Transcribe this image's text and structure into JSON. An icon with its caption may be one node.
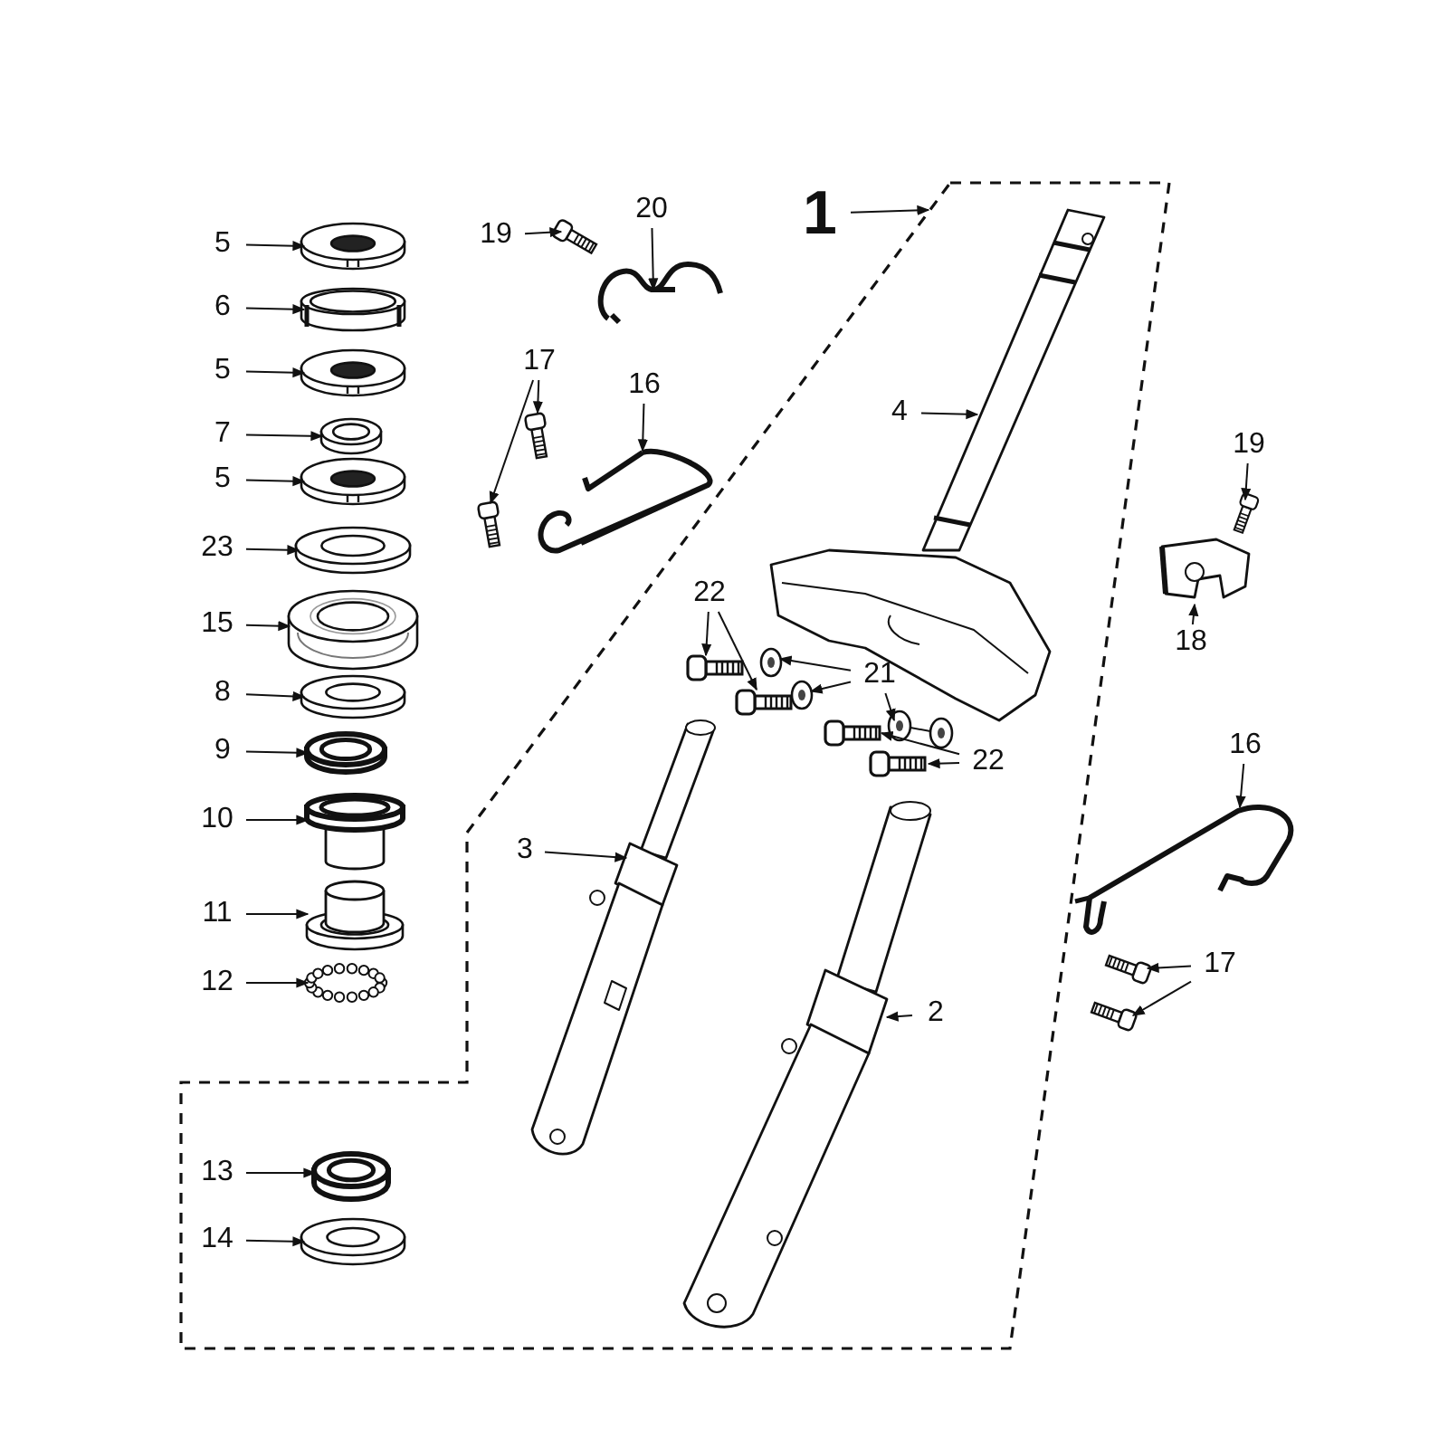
{
  "diagram": {
    "nodes": [
      {
        "text": [
          "1"
        ]
      },
      {
        "text": [],
        "shape": "box"
      },
      {
        "text": [
          "5"
        ]
      },
      {
        "text": [],
        "shape": "picture"
      },
      {
        "text": [
          "6"
        ]
      },
      {
        "text": [],
        "shape": "picture"
      },
      {
        "text": [
          "5"
        ]
      },
      {
        "text": [],
        "shape": "picture"
      },
      {
        "text": [
          "7"
        ]
      },
      {
        "text": [],
        "shape": "picture"
      },
      {
        "text": [
          "5"
        ]
      },
      {
        "text": [],
        "shape": "picture"
      },
      {
        "text": [
          "23"
        ]
      },
      {
        "text": [],
        "shape": "picture"
      },
      {
        "text": [
          "15"
        ]
      },
      {
        "text": [],
        "shape": "picture"
      },
      {
        "text": [
          "8"
        ]
      },
      {
        "text": [],
        "shape": "picture"
      },
      {
        "text": [
          "9"
        ]
      },
      {
        "text": [],
        "shape": "picture"
      },
      {
        "text": [
          "10"
        ]
      },
      {
        "text": [],
        "shape": "picture"
      },
      {
        "text": [
          "11"
        ]
      },
      {
        "text": [],
        "shape": "picture"
      },
      {
        "text": [
          "12"
        ]
      },
      {
        "text": [],
        "shape": "picture"
      },
      {
        "text": [
          "13"
        ],
        "in": 1
      },
      {
        "text": [],
        "shape": "picture",
        "in": 1
      },
      {
        "text": [
          "14"
        ],
        "in": 1
      },
      {
        "text": [],
        "shape": "picture",
        "in": 1
      },
      {
        "text": [
          "19"
        ]
      },
      {
        "text": [],
        "shape": "picture"
      },
      {
        "text": [
          "20"
        ]
      },
      {
        "text": [],
        "shape": "picture"
      },
      {
        "text": [
          "17"
        ]
      },
      {
        "text": [],
        "shape": "picture"
      },
      {
        "text": [],
        "shape": "picture"
      },
      {
        "text": [
          "16"
        ]
      },
      {
        "text": [],
        "shape": "picture"
      },
      {
        "text": [
          "4"
        ],
        "in": 1
      },
      {
        "text": [],
        "shape": "picture",
        "in": 1
      },
      {
        "text": [
          "19"
        ]
      },
      {
        "text": [],
        "shape": "picture"
      },
      {
        "text": [
          "18"
        ]
      },
      {
        "text": [],
        "shape": "picture"
      },
      {
        "text": [
          "22"
        ],
        "in": 1
      },
      {
        "text": [],
        "shape": "picture",
        "in": 1
      },
      {
        "text": [],
        "shape": "picture",
        "in": 1
      },
      {
        "text": [
          "21"
        ],
        "in": 1
      },
      {
        "text": [],
        "shape": "picture",
        "in": 1
      },
      {
        "text": [],
        "shape": "picture",
        "in": 1
      },
      {
        "text": [],
        "shape": "picture",
        "in": 1
      },
      {
        "text": [
          "22"
        ],
        "in": 1
      },
      {
        "text": [],
        "shape": "picture",
        "in": 1
      },
      {
        "text": [],
        "shape": "picture",
        "in": 1
      },
      {
        "text": [
          "3"
        ],
        "in": 1
      },
      {
        "text": [],
        "shape": "picture",
        "in": 1
      },
      {
        "text": [
          "2"
        ],
        "in": 1
      },
      {
        "text": [],
        "shape": "picture",
        "in": 1
      },
      {
        "text": [
          "16"
        ]
      },
      {
        "text": [],
        "shape": "picture"
      },
      {
        "text": [
          "17"
        ]
      },
      {
        "text": [],
        "shape": "picture"
      },
      {
        "text": [],
        "shape": "picture"
      }
    ],
    "edges": [
      {
        "from": 0,
        "to": 1,
        "arrow": "to"
      },
      {
        "from": 2,
        "to": 3,
        "arrow": "to"
      },
      {
        "from": 4,
        "to": 5,
        "arrow": "to"
      },
      {
        "from": 6,
        "to": 7,
        "arrow": "to"
      },
      {
        "from": 8,
        "to": 9,
        "arrow": "to"
      },
      {
        "from": 10,
        "to": 11,
        "arrow": "to"
      },
      {
        "from": 12,
        "to": 13,
        "arrow": "to"
      },
      {
        "from": 14,
        "to": 15,
        "arrow": "to"
      },
      {
        "from": 16,
        "to": 17,
        "arrow": "to"
      },
      {
        "from": 18,
        "to": 19,
        "arrow": "to"
      },
      {
        "from": 20,
        "to": 21,
        "arrow": "to"
      },
      {
        "from": 22,
        "to": 23,
        "arrow": "to"
      },
      {
        "from": 24,
        "to": 25,
        "arrow": "to"
      },
      {
        "from": 26,
        "to": 27,
        "arrow": "to"
      },
      {
        "from": 28,
        "to": 29,
        "arrow": "to"
      },
      {
        "from": 30,
        "to": 31,
        "arrow": "to"
      },
      {
        "from": 32,
        "to": 33,
        "arrow": "to"
      },
      {
        "from": 34,
        "to": 35,
        "arrow": "to"
      },
      {
        "from": 34,
        "to": 36,
        "arrow": "to"
      },
      {
        "from": 37,
        "to": 38,
        "arrow": "to"
      },
      {
        "from": 39,
        "to": 40,
        "arrow": "to"
      },
      {
        "from": 41,
        "to": 42,
        "arrow": "to"
      },
      {
        "from": 43,
        "to": 44,
        "arrow": "to"
      },
      {
        "from": 45,
        "to": 46,
        "arrow": "to"
      },
      {
        "from": 45,
        "to": 47,
        "arrow": "to"
      },
      {
        "from": 48,
        "to": 49,
        "arrow": "to"
      },
      {
        "from": 48,
        "to": 50,
        "arrow": "to"
      },
      {
        "from": 48,
        "to": 51,
        "arrow": "to"
      },
      {
        "from": 52,
        "to": 53,
        "arrow": "to"
      },
      {
        "from": 52,
        "to": 54,
        "arrow": "to"
      },
      {
        "from": 55,
        "to": 56,
        "arrow": "to"
      },
      {
        "from": 57,
        "to": 58,
        "arrow": "to"
      },
      {
        "from": 59,
        "to": 60,
        "arrow": "to"
      },
      {
        "from": 61,
        "to": 62,
        "arrow": "to"
      },
      {
        "from": 61,
        "to": 63,
        "arrow": "to"
      }
    ]
  }
}
